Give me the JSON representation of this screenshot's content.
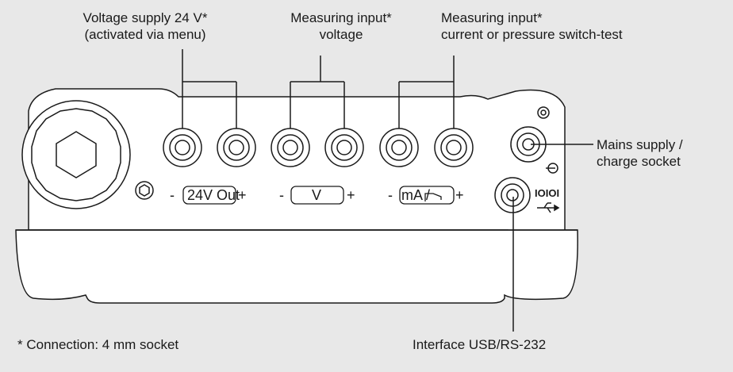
{
  "labels": {
    "voltage_supply": {
      "line1": "Voltage supply 24 V*",
      "line2": "(activated via menu)"
    },
    "measuring_voltage": {
      "line1": "Measuring input*",
      "line2": "voltage"
    },
    "measuring_current": {
      "line1": "Measuring input*",
      "line2": "current or pressure switch-test"
    },
    "mains": {
      "line1": "Mains supply /",
      "line2": "charge socket"
    },
    "footnote": "* Connection: 4 mm socket",
    "interface": "Interface USB/RS-232"
  },
  "panel": {
    "out_label": "24V Out",
    "v_label": "V",
    "ma_label": "mA /",
    "minus": "-",
    "plus": "+",
    "usb_mark": "IOIOI"
  },
  "colors": {
    "background": "#e8e8e8",
    "device": "#ffffff",
    "stroke": "#1a1a1a"
  }
}
